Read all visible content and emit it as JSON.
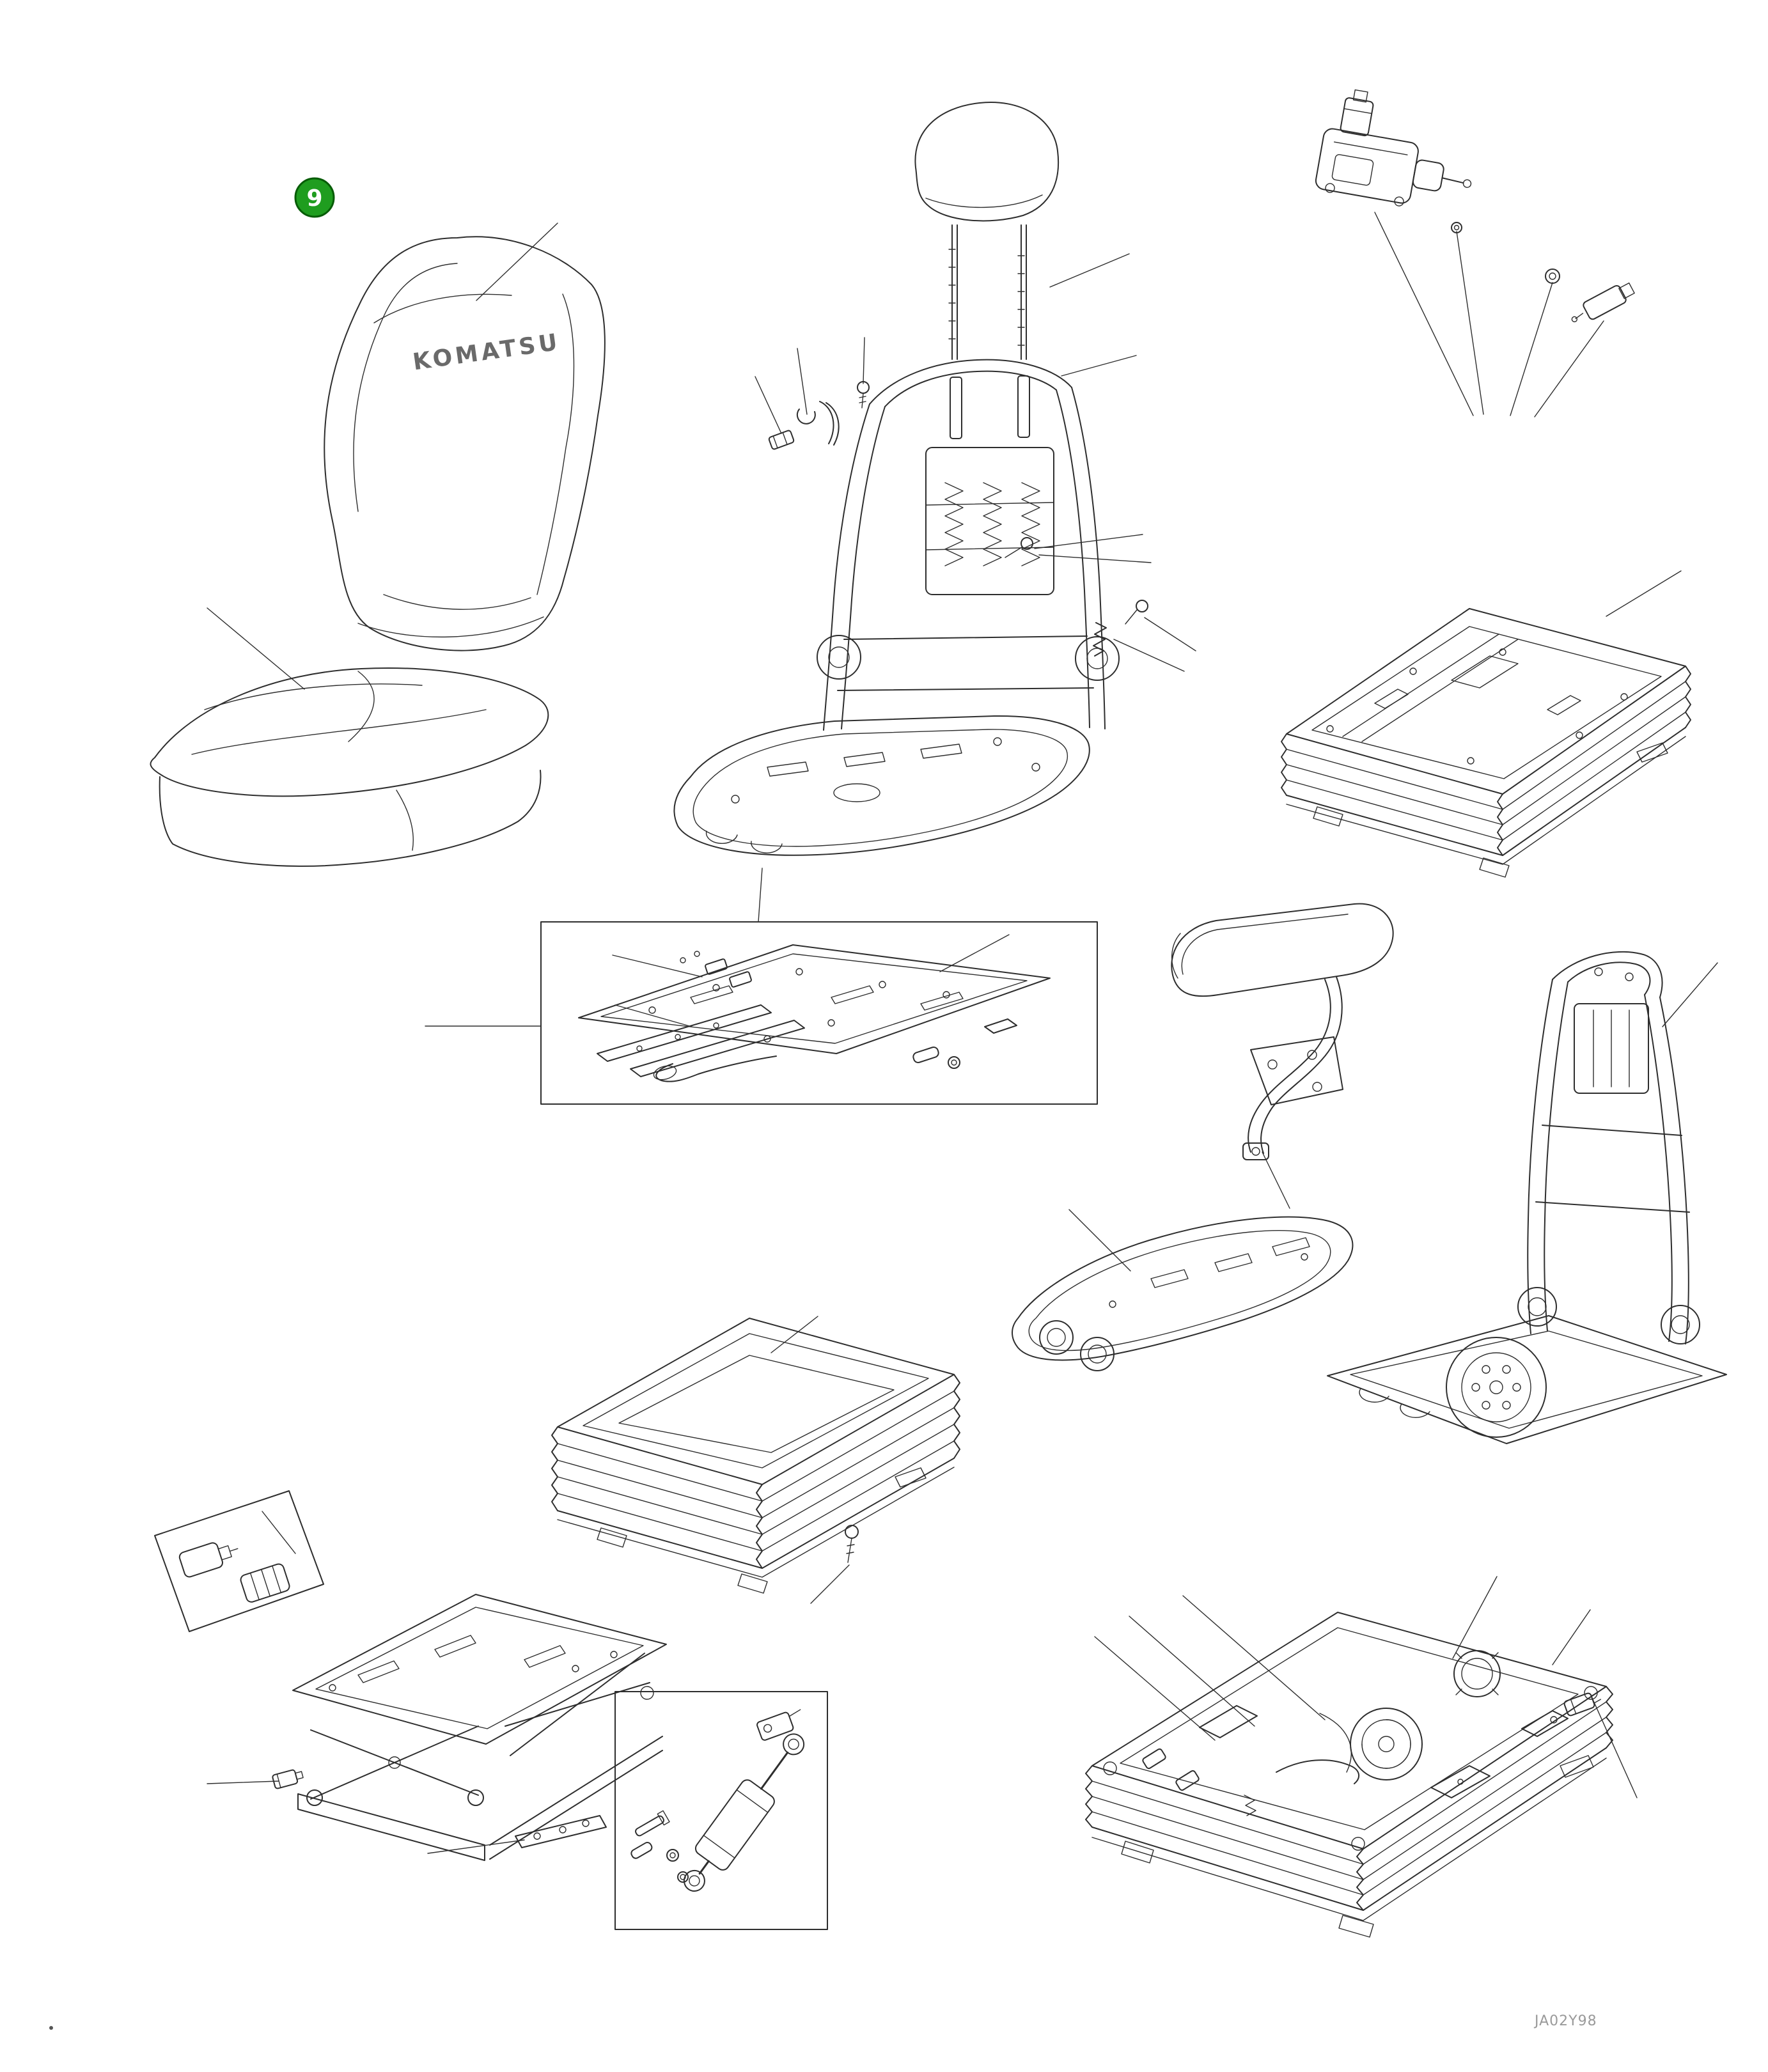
{
  "page": {
    "background_color": "#ffffff"
  },
  "balloon": {
    "number": "9",
    "fill_color": "#1f9d1f",
    "ring_color": "#075c07",
    "number_color": "#ffffff"
  },
  "brand": {
    "logo_text": "KOMATSU"
  },
  "footer": {
    "drawing_code": "JA02Y98"
  },
  "diagram": {
    "line_color": "#2e2e2e",
    "parts": [
      {
        "name": "backrest-cushion"
      },
      {
        "name": "seat-cushion"
      },
      {
        "name": "headrest"
      },
      {
        "name": "backrest-frame"
      },
      {
        "name": "seat-base-pan"
      },
      {
        "name": "mounting-clips"
      },
      {
        "name": "adjuster-screw"
      },
      {
        "name": "tension-spring"
      },
      {
        "name": "air-compressor"
      },
      {
        "name": "grommet"
      },
      {
        "name": "o-ring"
      },
      {
        "name": "air-valve"
      },
      {
        "name": "suspension-box-upper"
      },
      {
        "name": "slide-rail-assembly"
      },
      {
        "name": "armrest"
      },
      {
        "name": "seat-pan"
      },
      {
        "name": "seat-frame-with-swivel"
      },
      {
        "name": "bellows"
      },
      {
        "name": "bellows-screw"
      },
      {
        "name": "actuator-motors"
      },
      {
        "name": "scissor-suspension"
      },
      {
        "name": "locking-clip"
      },
      {
        "name": "slide-rail"
      },
      {
        "name": "shock-absorber-kit"
      },
      {
        "name": "suspension-box-lower"
      },
      {
        "name": "connector"
      }
    ]
  }
}
